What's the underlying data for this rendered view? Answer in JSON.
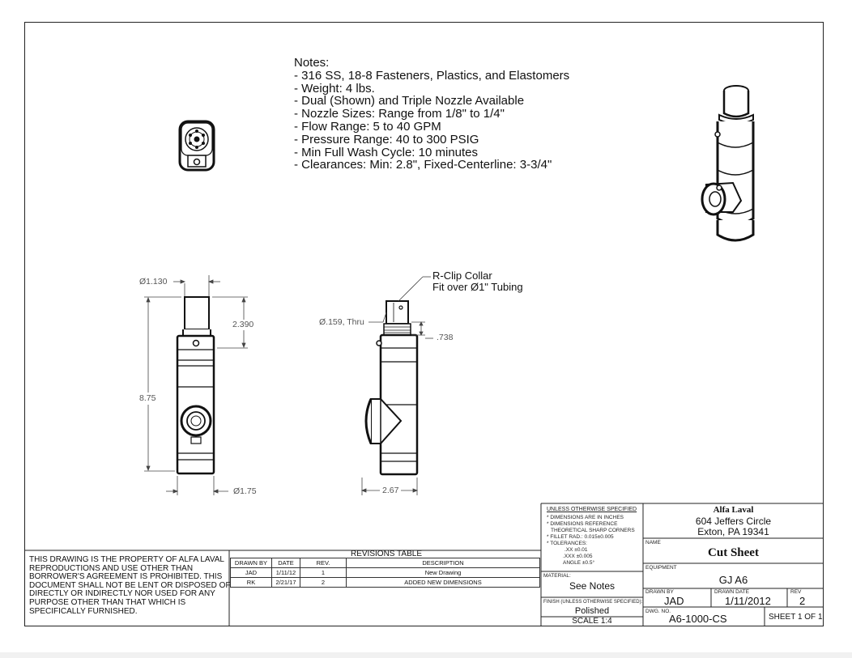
{
  "notes": {
    "heading": "Notes:",
    "lines": [
      "- 316 SS, 18-8 Fasteners, Plastics, and Elastomers",
      "- Weight: 4 lbs.",
      "- Dual (Shown) and Triple Nozzle Available",
      "- Nozzle Sizes: Range from 1/8\" to 1/4\"",
      "- Flow Range: 5 to 40 GPM",
      "- Pressure Range: 40 to 300 PSIG",
      "- Min Full Wash Cycle: 10 minutes",
      "- Clearances:  Min: 2.8\",  Fixed-Centerline: 3-3/4\""
    ]
  },
  "dimensions": {
    "top_diameter": "Ø1.130",
    "upper_length": "2.390",
    "overall_length": "8.75",
    "body_diameter": "Ø1.75",
    "hole": "Ø.159, Thru",
    "collar_height": ".738",
    "nozzle_width": "2.67"
  },
  "callout": {
    "line1": "R-Clip Collar",
    "line2": "Fit over Ø1\" Tubing"
  },
  "property_notice": [
    "THIS DRAWING IS THE PROPERTY OF ALFA LAVAL",
    "REPRODUCTIONS AND USE OTHER THAN",
    "BORROWER'S AGREEMENT IS PROHIBITED. THIS",
    "DOCUMENT SHALL NOT BE LENT OR DISPOSED OF",
    "DIRECTLY OR INDIRECTLY NOR USED FOR ANY",
    "PURPOSE OTHER THAN THAT WHICH IS",
    "SPECIFICALLY FURNISHED."
  ],
  "revisions": {
    "title": "REVISIONS TABLE",
    "headers": [
      "DRAWN BY",
      "DATE",
      "REV.",
      "DESCRIPTION"
    ],
    "rows": [
      [
        "JAD",
        "1/11/12",
        "1",
        "New Drawing"
      ],
      [
        "RK",
        "2/21/17",
        "2",
        "ADDED NEW DIMENSIONS"
      ]
    ]
  },
  "specs": {
    "heading": "UNLESS OTHERWISE SPECIFIED",
    "lines": [
      "* DIMENSIONS ARE IN INCHES",
      "* DIMENSIONS REFERENCE",
      "THEORETICAL SHARP CORNERS",
      "* FILLET RAD.: 0.015±0.005",
      "* TOLERANCES:",
      ".XX ±0.01",
      ".XXX ±0.005",
      "ANGLE ±0.5°"
    ]
  },
  "company": {
    "name": "Alfa Laval",
    "address1": "604 Jeffers Circle",
    "address2": "Exton, PA 19341"
  },
  "title_block": {
    "name_label": "NAME",
    "name_value": "Cut Sheet",
    "equipment_label": "EQUIPMENT",
    "equipment_value": "GJ A6",
    "material_label": "MATERIAL:",
    "material_value": "See Notes",
    "finish_label": "FINISH (UNLESS OTHERWISE SPECIFIED):",
    "finish_value": "Polished",
    "scale": "SCALE 1:4",
    "drawn_by_label": "DRAWN BY",
    "drawn_by_value": "JAD",
    "drawn_date_label": "DRAWN DATE",
    "drawn_date_value": "1/11/2012",
    "rev_label": "REV",
    "rev_value": "2",
    "dwg_label": "DWG. NO.",
    "dwg_value": "A6-1000-CS",
    "sheet": "SHEET 1 OF 1"
  }
}
